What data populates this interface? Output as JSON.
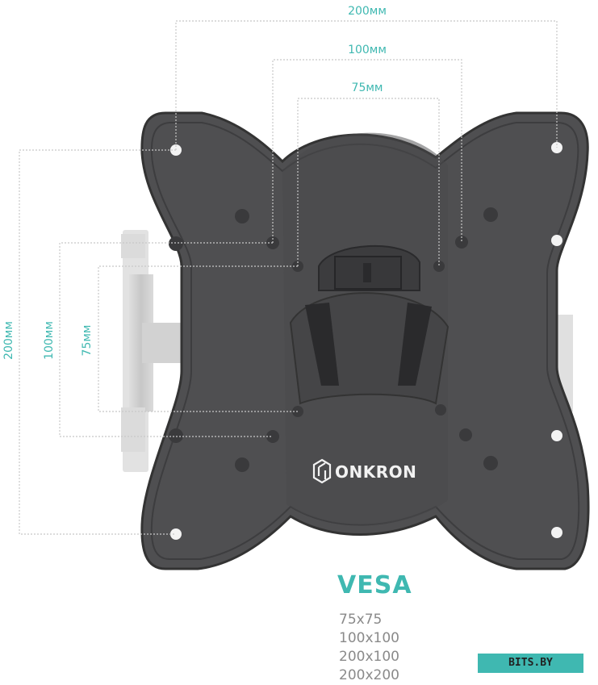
{
  "dimensions": {
    "top": [
      "200мм",
      "100мм",
      "75мм"
    ],
    "side": [
      "200мм",
      "100мм",
      "75мм"
    ]
  },
  "brand": {
    "name": "ONKRON",
    "logo_icon": "onkron-cube-logo-icon"
  },
  "vesa": {
    "title": "VESA",
    "sizes": [
      "75x75",
      "100x100",
      "200x100",
      "200x200"
    ]
  },
  "badge": {
    "text": "BITS.BY"
  },
  "colors": {
    "accent": "#3fb8b1",
    "plate": "#4f4f51",
    "dim_lines": "#c8c8c8"
  }
}
